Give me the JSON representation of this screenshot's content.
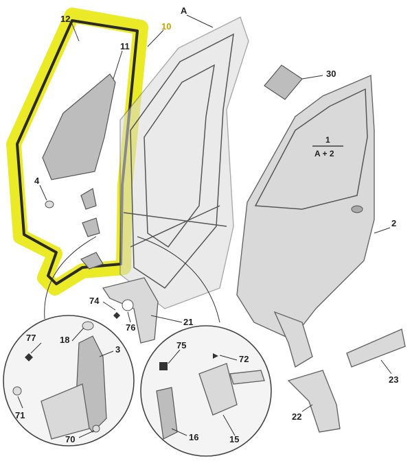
{
  "callouts": {
    "c12": "12",
    "c10": "10",
    "cA": "A",
    "c11": "11",
    "c30": "30",
    "c4": "4",
    "c1": "1",
    "cA2": "A + 2",
    "c2": "2",
    "c74": "74",
    "c76": "76",
    "c21": "21",
    "c77": "77",
    "c18": "18",
    "c3": "3",
    "c71": "71",
    "c70": "70",
    "c75": "75",
    "c72": "72",
    "c16": "16",
    "c15": "15",
    "c22": "22",
    "c23": "23"
  },
  "colors": {
    "highlight": "#e6e600",
    "line": "#333333",
    "sheet": "#d9d9d9"
  }
}
